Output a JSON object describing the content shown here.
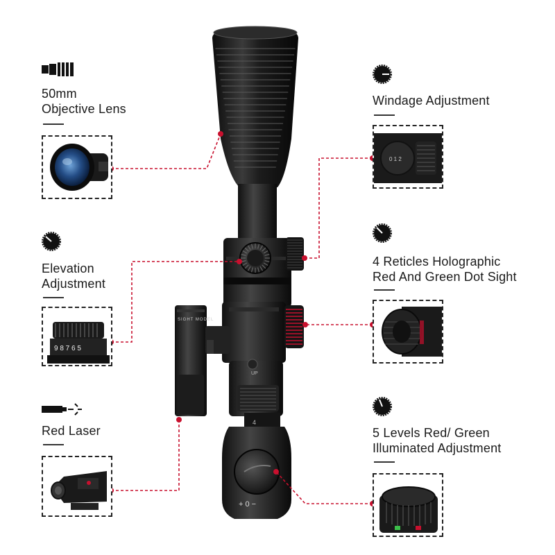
{
  "features": [
    {
      "id": "objective-lens",
      "title": "50mm\nObjective Lens",
      "icon": "lens-icon"
    },
    {
      "id": "elevation",
      "title": "Elevation\nAdjustment",
      "icon": "dial-icon"
    },
    {
      "id": "red-laser",
      "title": "Red Laser",
      "icon": "laser-icon"
    },
    {
      "id": "windage",
      "title": "Windage Adjustment",
      "icon": "dial-icon"
    },
    {
      "id": "holographic",
      "title": "4 Reticles Holographic\nRed And Green Dot Sight",
      "icon": "dial-icon"
    },
    {
      "id": "illumination",
      "title": "5 Levels Red/ Green\nIlluminated Adjustment",
      "icon": "dial-icon"
    }
  ],
  "scope_markings": {
    "laser_text": "SIGHT MODEL",
    "up_mark": "UP",
    "mag_number": "4",
    "illum_scale": "+ 0 −",
    "elevation_scale": "9 8 7 6 5",
    "windage_turret_scale": "0 1 2"
  },
  "colors": {
    "connector": "#c8102e",
    "scope_body": "#1b1b1b",
    "text": "#1a1a1a"
  }
}
